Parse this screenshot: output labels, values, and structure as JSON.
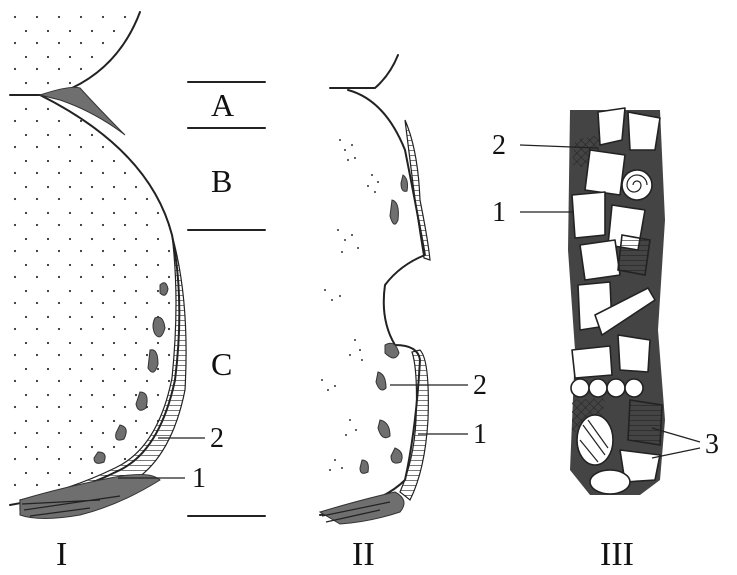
{
  "zones": {
    "a": "A",
    "b": "B",
    "c": "C"
  },
  "panels": {
    "i": "I",
    "ii": "II",
    "iii": "III"
  },
  "callouts": {
    "p1_label2": "2",
    "p1_label1": "1",
    "p2_label2": "2",
    "p2_label1": "1",
    "p3_label2": "2",
    "p3_label1": "1",
    "p3_label3": "3"
  },
  "colors": {
    "ink": "#222222",
    "cement": "#6f6f6f",
    "background": "#ffffff"
  }
}
